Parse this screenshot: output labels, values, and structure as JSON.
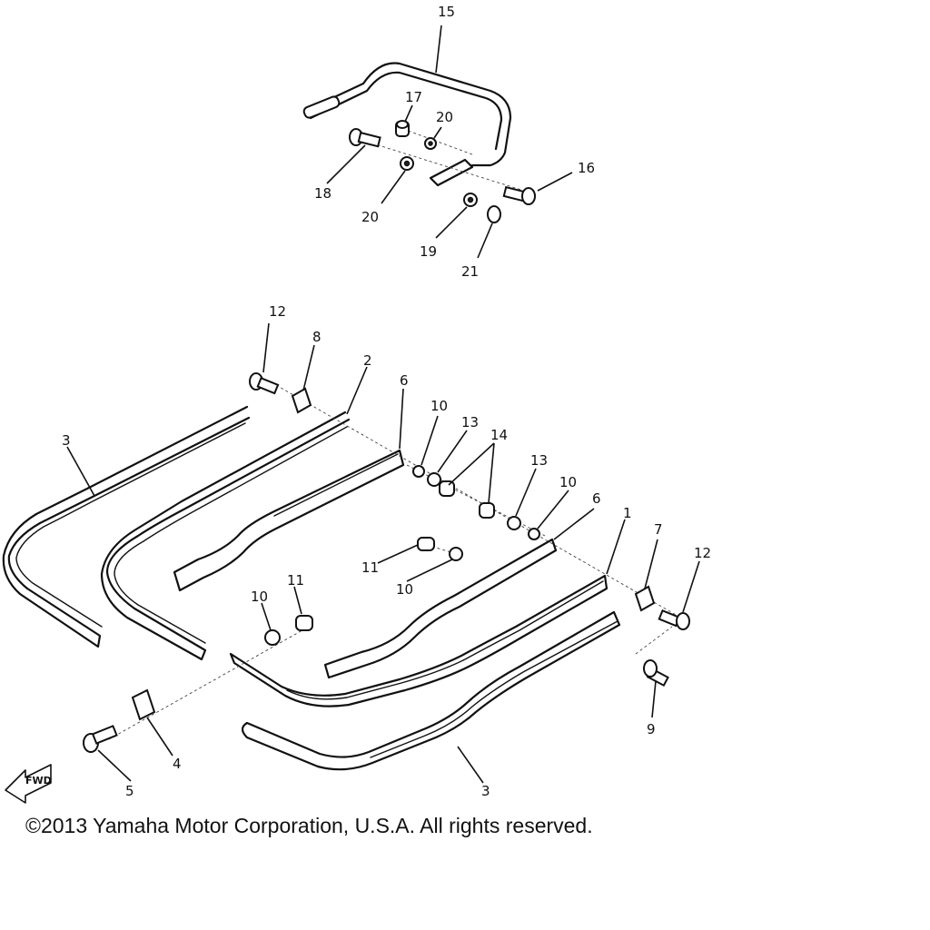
{
  "callouts": {
    "c15": "15",
    "c17": "17",
    "c20a": "20",
    "c16": "16",
    "c18": "18",
    "c20b": "20",
    "c19": "19",
    "c21": "21",
    "c12a": "12",
    "c8": "8",
    "c2": "2",
    "c6a": "6",
    "c10a": "10",
    "c13a": "13",
    "c14": "14",
    "c13b": "13",
    "c10b": "10",
    "c6b": "6",
    "c1": "1",
    "c7": "7",
    "c12b": "12",
    "c3a": "3",
    "c11a": "11",
    "c10c": "10",
    "c10d": "10",
    "c11b": "11",
    "c9": "9",
    "c4": "4",
    "c5": "5",
    "c3b": "3"
  },
  "fwd_label": "FWD",
  "copyright": "©2013 Yamaha Motor Corporation, U.S.A. All rights reserved."
}
